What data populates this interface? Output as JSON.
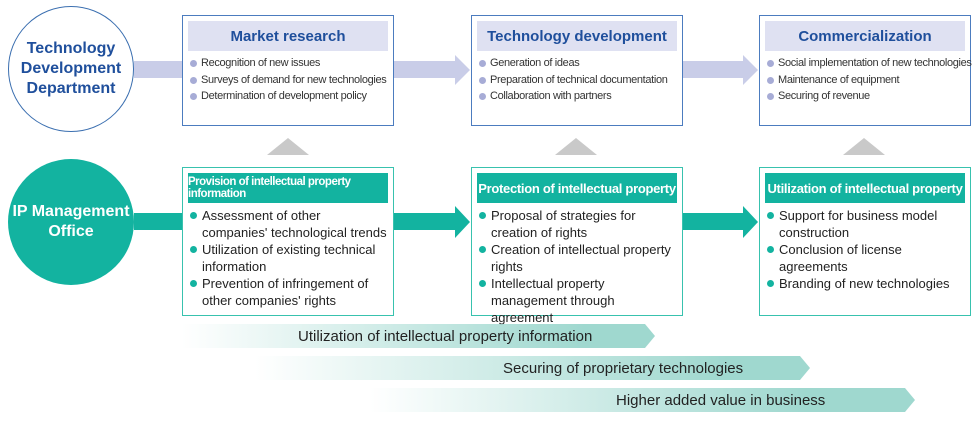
{
  "departments": {
    "tech": "Technology Development Department",
    "ip": "IP Management Office"
  },
  "top_boxes": [
    {
      "title": "Market research",
      "items": [
        "Recognition of new issues",
        "Surveys of demand for new technologies",
        "Determination of development policy"
      ]
    },
    {
      "title": "Technology development",
      "items": [
        "Generation of ideas",
        "Preparation of technical documentation",
        "Collaboration with partners"
      ]
    },
    {
      "title": "Commercialization",
      "items": [
        "Social implementation of new technologies",
        "Maintenance of equipment",
        "Securing of revenue"
      ]
    }
  ],
  "bottom_boxes": [
    {
      "title": "Provision of intellectual property information",
      "items": [
        "Assessment of other companies' technological trends",
        "Utilization of existing technical information",
        "Prevention of infringement of other companies' rights"
      ]
    },
    {
      "title": "Protection of intellectual property",
      "items": [
        "Proposal of strategies for creation of rights",
        "Creation of intellectual property rights",
        "Intellectual property management through agreement"
      ]
    },
    {
      "title": "Utilization of intellectual property",
      "items": [
        "Support for business model construction",
        "Conclusion of license agreements",
        "Branding of new technologies"
      ]
    }
  ],
  "outcomes": [
    "Utilization of intellectual property information",
    "Securing of proprietary technologies",
    "Higher added value in business"
  ],
  "colors": {
    "navy": "#1f4f9c",
    "teal": "#13b3a0",
    "lavender": "#dfe1f2",
    "arrow_top": "#c9cde8"
  }
}
